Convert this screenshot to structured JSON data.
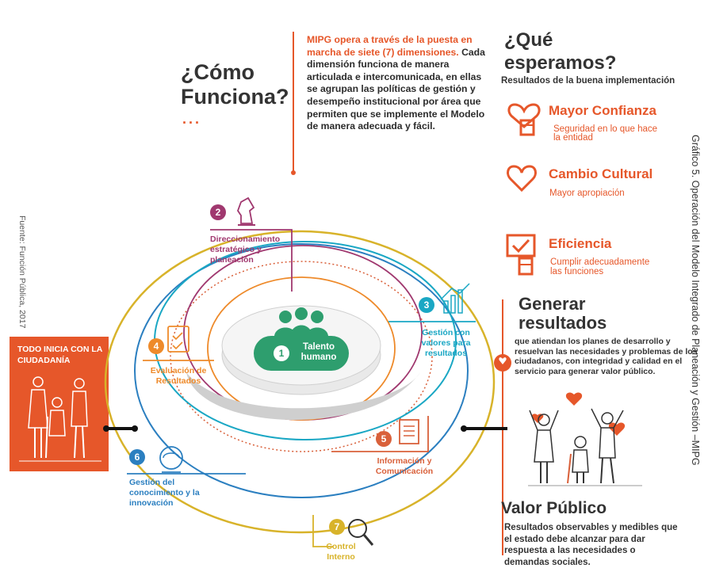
{
  "como": {
    "title_line1": "¿Cómo",
    "title_line2": "Funciona?",
    "dots": "..."
  },
  "mipg": {
    "highlight": "MIPG opera a través de la puesta en marcha de siete (7) dimensiones.",
    "body": " Cada dimensión funciona de manera articulada e intercomunicada, en ellas se agrupan las políticas de gestión y desempeño institucional por área que permiten que se implemente el Modelo de manera adecuada y fácil."
  },
  "que": {
    "title_line1": "¿Qué",
    "title_line2": "esperamos?",
    "subtitle": "Resultados de la buena implementación"
  },
  "results": [
    {
      "title": "Mayor Confianza",
      "sub1": "Seguridad en lo que hace",
      "sub2": "la entidad",
      "icon": "hand-heart-icon"
    },
    {
      "title": "Cambio Cultural",
      "sub1": "Mayor apropiación",
      "sub2": "",
      "icon": "heart-icon"
    },
    {
      "title": "Eficiencia",
      "sub1": "Cumplir adecuadamente",
      "sub2": "las funciones",
      "icon": "hand-check-icon"
    }
  ],
  "generar": {
    "title_line1": "Generar",
    "title_line2": "resultados",
    "text": "que atiendan los planes de desarrollo y resuelvan las necesidades y problemas de los ciudadanos, con integridad y calidad en el servicio para generar valor público."
  },
  "valor": {
    "title": "Valor Público",
    "text": "Resultados observables y medibles que el estado debe alcanzar para dar respuesta a las necesidades o demandas sociales."
  },
  "left_box": {
    "title": "TODO INICIA CON LA CIUDADANÍA"
  },
  "source": "Fuente: Función Pública, 2017",
  "caption": "Gráfico 5. Operación del Modelo Integrado de Planeación y Gestión –MIPG",
  "dimensions": {
    "d1": {
      "num": "1",
      "label": "Talento humano",
      "color": "#2e9e6e"
    },
    "d2": {
      "num": "2",
      "label": "Direccionamiento estratégico y planeación",
      "color": "#a0386f"
    },
    "d3": {
      "num": "3",
      "label": "Gestión con valores para resultados",
      "color": "#1aa7c4"
    },
    "d4": {
      "num": "4",
      "label": "Evaluación de Resultados",
      "color": "#ee8a2a"
    },
    "d5": {
      "num": "5",
      "label": "Información y Comunicación",
      "color": "#d9603a"
    },
    "d6": {
      "num": "6",
      "label": "Gestión del conocimiento y la innovación",
      "color": "#2b7fc0"
    },
    "d7": {
      "num": "7",
      "label": "Control Interno",
      "color": "#d8b32a"
    }
  },
  "colors": {
    "accent": "#e6572a",
    "gold": "#d8b32a"
  }
}
